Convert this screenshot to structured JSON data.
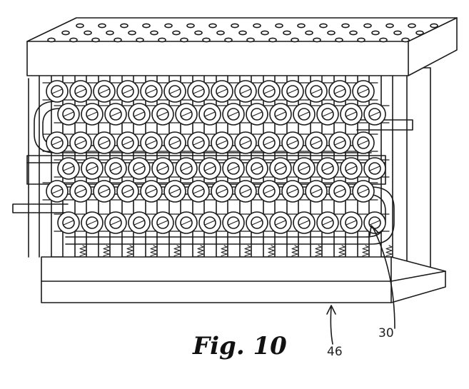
{
  "figure": {
    "caption": "Fig. 10",
    "reference_numerals": {
      "bottom_plate": "46",
      "serpentine_tube": "30"
    }
  },
  "drawing": {
    "top_plate_hole_rows": 3,
    "top_plate_holes_per_row": 17,
    "bead_rows": 6,
    "beads_per_row": 14,
    "posts": 15
  }
}
